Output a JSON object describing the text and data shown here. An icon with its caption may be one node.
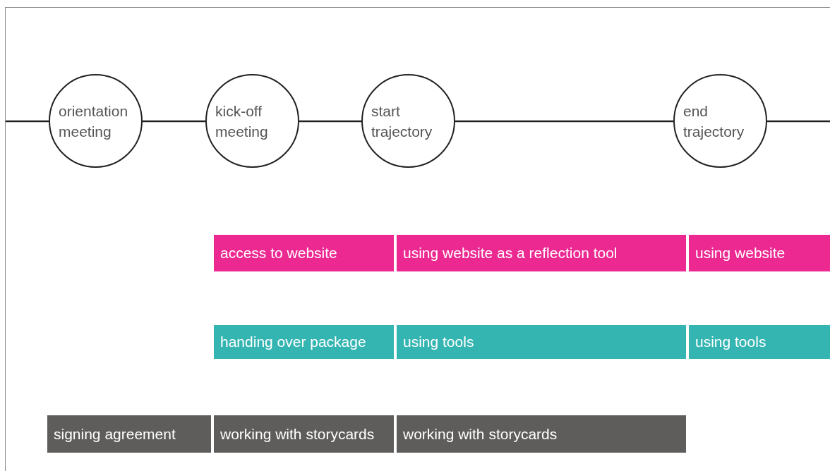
{
  "diagram": {
    "nodes": [
      {
        "text": [
          "orientation meeting"
        ]
      },
      {
        "text": [
          "kick-off meeting"
        ]
      },
      {
        "text": [
          "start trajectory"
        ]
      },
      {
        "text": [
          "end trajectory"
        ]
      },
      {
        "text": [
          "access to website"
        ]
      },
      {
        "text": [
          "using website as a reflection tool"
        ]
      },
      {
        "text": [
          "using website"
        ]
      },
      {
        "text": [
          "handing over package"
        ]
      },
      {
        "text": [
          "using tools"
        ]
      },
      {
        "text": [
          "using tools"
        ]
      },
      {
        "text": [
          "signing agreement"
        ]
      },
      {
        "text": [
          "working with storycards"
        ]
      },
      {
        "text": [
          "working with storycards"
        ]
      }
    ],
    "edges": [
      {
        "from": null,
        "to": 0,
        "arrow": "none"
      },
      {
        "from": 0,
        "to": 1,
        "arrow": "none"
      },
      {
        "from": 1,
        "to": 2,
        "arrow": "none"
      },
      {
        "from": 2,
        "to": 3,
        "arrow": "none"
      },
      {
        "from": 3,
        "to": null,
        "arrow": "none"
      }
    ]
  }
}
